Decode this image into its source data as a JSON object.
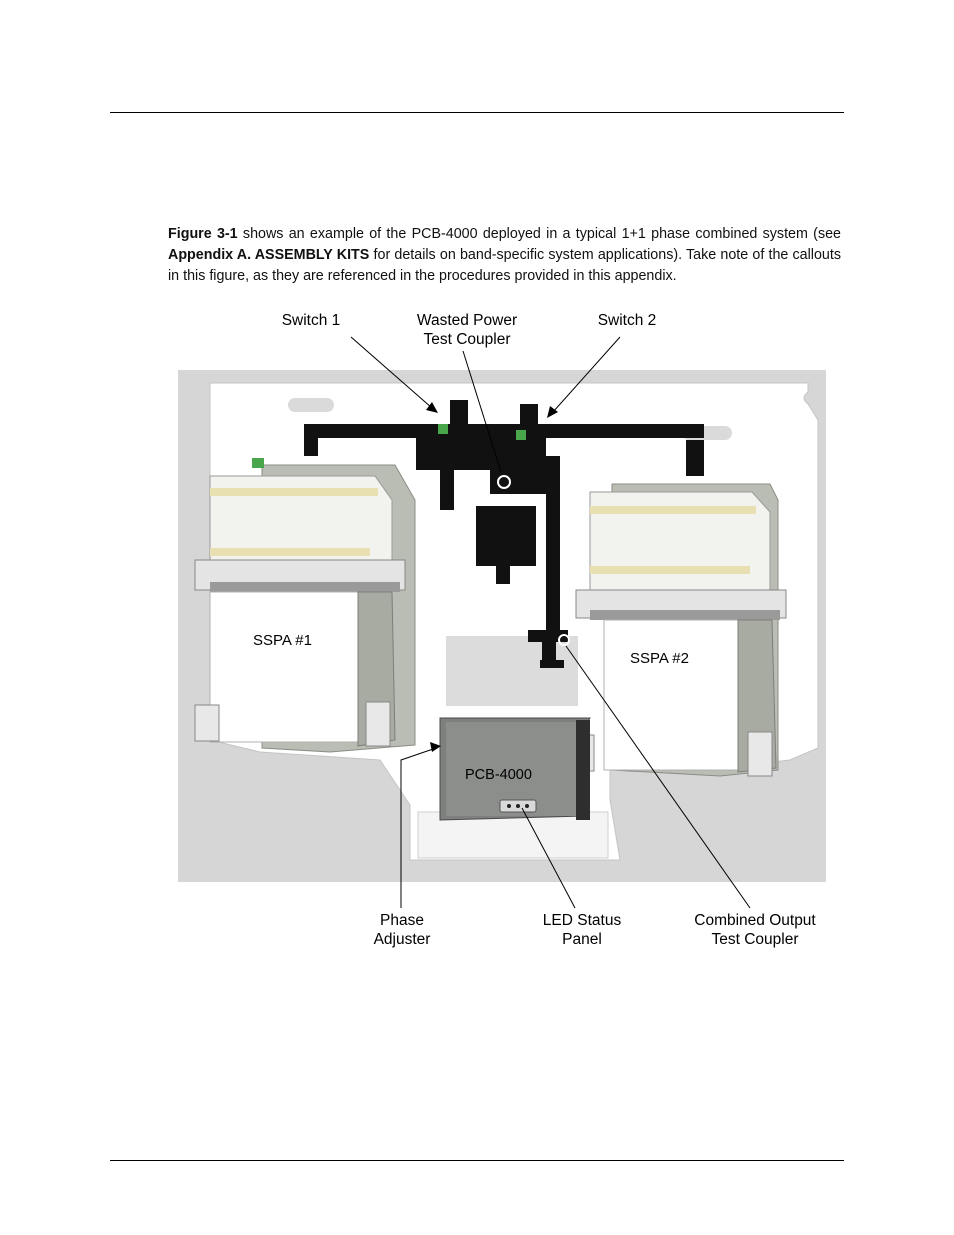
{
  "paragraph": {
    "fig_ref": "Figure 3-1",
    "text1": " shows an example of the PCB-4000 deployed in a typical 1+1 phase combined system (see ",
    "appendix_ref": "Appendix A. ASSEMBLY KITS",
    "text2": " for details on band-specific system applications). Take note of the callouts in this figure, as they are referenced in the procedures provided in this appendix."
  },
  "figure": {
    "callouts": {
      "switch1": "Switch 1",
      "wasted_power_line1": "Wasted Power",
      "wasted_power_line2": "Test Coupler",
      "switch2": "Switch 2",
      "phase_adjuster_line1": "Phase",
      "phase_adjuster_line2": "Adjuster",
      "led_status_line1": "LED Status",
      "led_status_line2": "Panel",
      "combined_output_line1": "Combined Output",
      "combined_output_line2": "Test Coupler"
    },
    "labels": {
      "sspa1": "SSPA #1",
      "sspa2": "SSPA #2",
      "pcb": "PCB-4000"
    },
    "colors": {
      "background": "#d6d6d6",
      "waveguide": "#111111",
      "plate": "#ffffff",
      "chassis": "#b9bdb3"
    }
  }
}
